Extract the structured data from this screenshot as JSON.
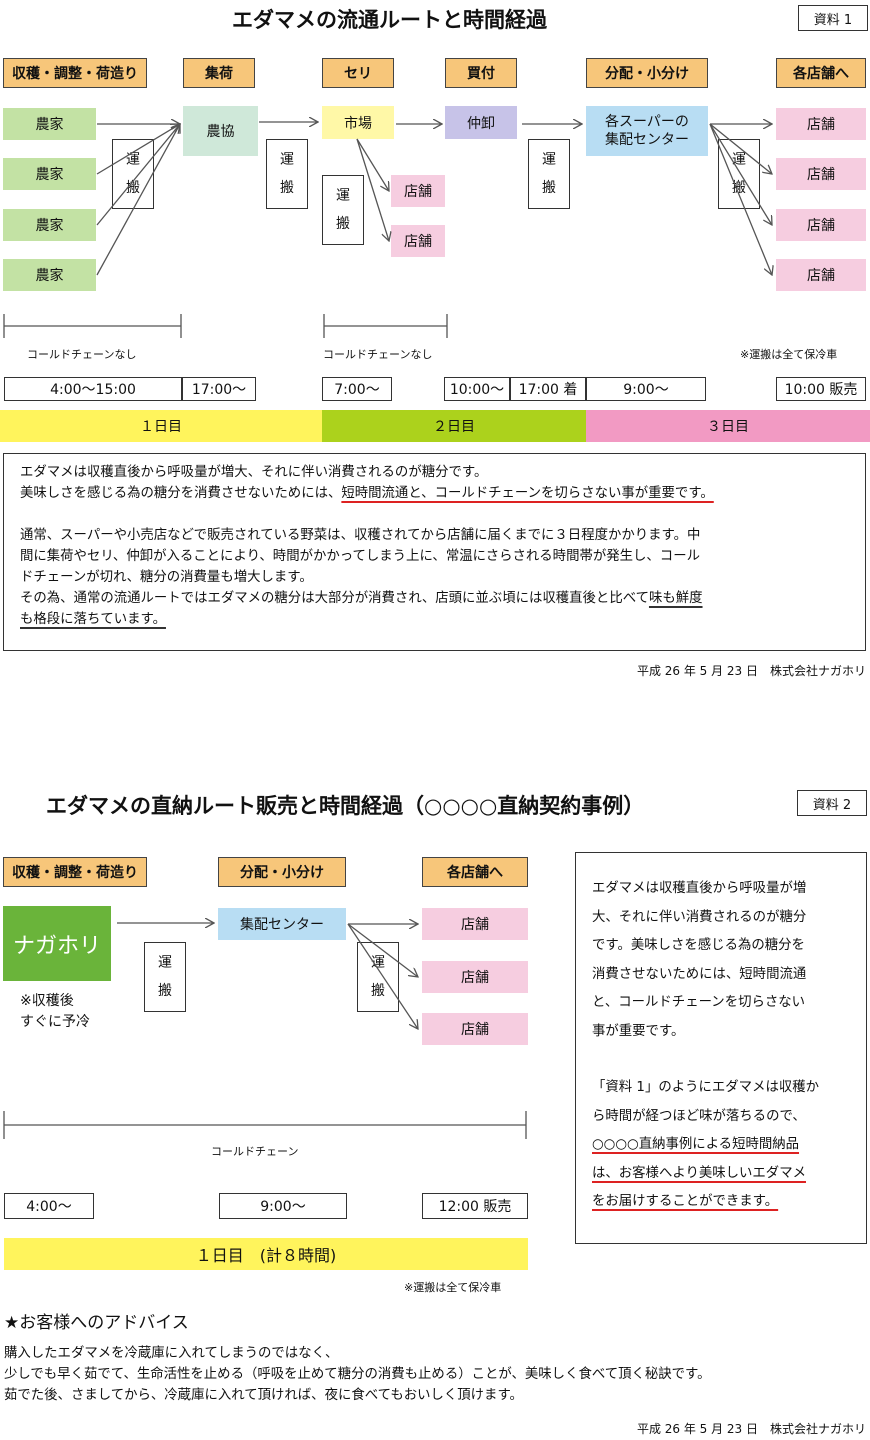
{
  "doc1": {
    "title": "エダマメの流通ルートと時間経過",
    "tag": "資料 1",
    "stages": [
      "収穫・調整・荷造り",
      "集荷",
      "セリ",
      "買付",
      "分配・小分け",
      "各店舗へ"
    ],
    "farmers": [
      "農家",
      "農家",
      "農家",
      "農家"
    ],
    "nokyo": "農協",
    "market": "市場",
    "nakaoroshi": "仲卸",
    "center": "各スーパーの\n集配センター",
    "store": "店舗",
    "transport": [
      "運",
      "搬"
    ],
    "no_cold_chain": "コールドチェーンなし",
    "refrigerated_note": "※運搬は全て保冷車",
    "times": [
      "4:00〜15:00",
      "17:00〜",
      "7:00〜",
      "10:00〜",
      "17:00 着",
      "9:00〜",
      "10:00 販売"
    ],
    "days": [
      "１日目",
      "２日目",
      "３日目"
    ],
    "day_colors": [
      "#fff45c",
      "#acd21c",
      "#f29ac3"
    ],
    "text": {
      "p1_line1": "エダマメは収穫直後から呼吸量が増大、それに伴い消費されるのが糖分です。",
      "p1_line2a": "美味しさを感じる為の糖分を消費させないためには、",
      "p1_line2b": "短時間流通と、コールドチェーンを切らさない事が重要です。",
      "p2_line1": "通常、スーパーや小売店などで販売されている野菜は、収穫されてから店舗に届くまでに３日程度かかります。中",
      "p2_line2": "間に集荷やセリ、仲卸が入ることにより、時間がかかってしまう上に、常温にさらされる時間帯が発生し、コール",
      "p2_line3": "ドチェーンが切れ、糖分の消費量も増大します。",
      "p2_line4a": "その為、通常の流通ルートではエダマメの糖分は大部分が消費され、店頭に並ぶ頃には収穫直後と比べて",
      "p2_line4b": "味も鮮度",
      "p2_line5": "も格段に落ちています。"
    },
    "footer": "平成 26 年 5 月 23 日　株式会社ナガホリ"
  },
  "doc2": {
    "title": "エダマメの直納ルート販売と時間経過（○○○○直納契約事例）",
    "tag": "資料 2",
    "stages": [
      "収穫・調整・荷造り",
      "分配・小分け",
      "各店舗へ"
    ],
    "nagahori": "ナガホリ",
    "precool_note_1": "※収穫後",
    "precool_note_2": "すぐに予冷",
    "center": "集配センター",
    "store": "店舗",
    "transport": [
      "運",
      "搬"
    ],
    "cold_chain": "コールドチェーン",
    "times": [
      "4:00〜",
      "9:00〜",
      "12:00 販売"
    ],
    "day": "１日目　(計８時間)",
    "refrigerated_note": "※運搬は全て保冷車",
    "side_text": {
      "l1": "エダマメは収穫直後から呼吸量が増",
      "l2": "大、それに伴い消費されるのが糖分",
      "l3": "です。美味しさを感じる為の糖分を",
      "l4": "消費させないためには、短時間流通",
      "l5": "と、コールドチェーンを切らさない",
      "l6": "事が重要です。",
      "l7": "「資料 1」のようにエダマメは収穫か",
      "l8": "ら時間が経つほど味が落ちるので、",
      "l9": "○○○○直納事例による短時間納品",
      "l10": "は、お客様へより美味しいエダマメ",
      "l11": "をお届けすることができます。"
    },
    "advice_title": "★お客様へのアドバイス",
    "advice": [
      "購入したエダマメを冷蔵庫に入れてしまうのではなく、",
      "少しでも早く茹でて、生命活性を止める（呼吸を止めて糖分の消費も止める）ことが、美味しく食べて頂く秘訣です。",
      "茹でた後、さましてから、冷蔵庫に入れて頂ければ、夜に食べてもおいしく頂けます。"
    ],
    "footer": "平成 26 年 5 月 23 日　株式会社ナガホリ"
  }
}
